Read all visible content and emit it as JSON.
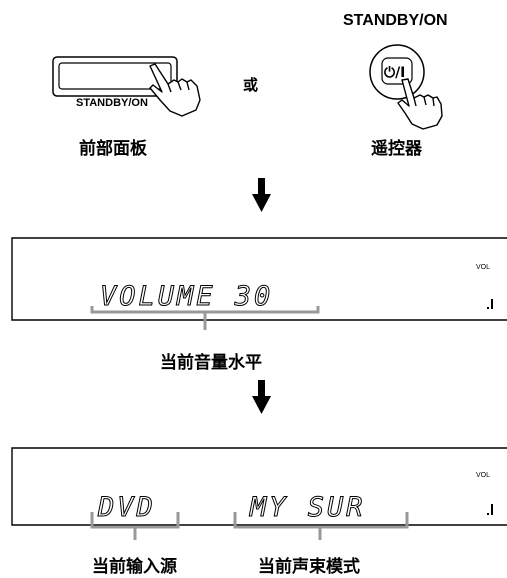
{
  "remote": {
    "button_label": "STANDBY/ON",
    "caption": "遥控器",
    "power_symbol": "⏻/I"
  },
  "front_panel": {
    "button_label": "STANDBY/ON",
    "caption": "前部面板"
  },
  "or_text": "或",
  "display1": {
    "text": "VOLUME 30",
    "vol_label": "VOL",
    "caption": "当前音量水平"
  },
  "display2": {
    "input_text": "DVD",
    "mode_text": "MY SUR",
    "vol_label": "VOL",
    "caption_input": "当前输入源",
    "caption_mode": "当前声束模式"
  },
  "icons": [
    "hand-pointer-icon",
    "arrow-down-icon",
    "power-icon"
  ]
}
